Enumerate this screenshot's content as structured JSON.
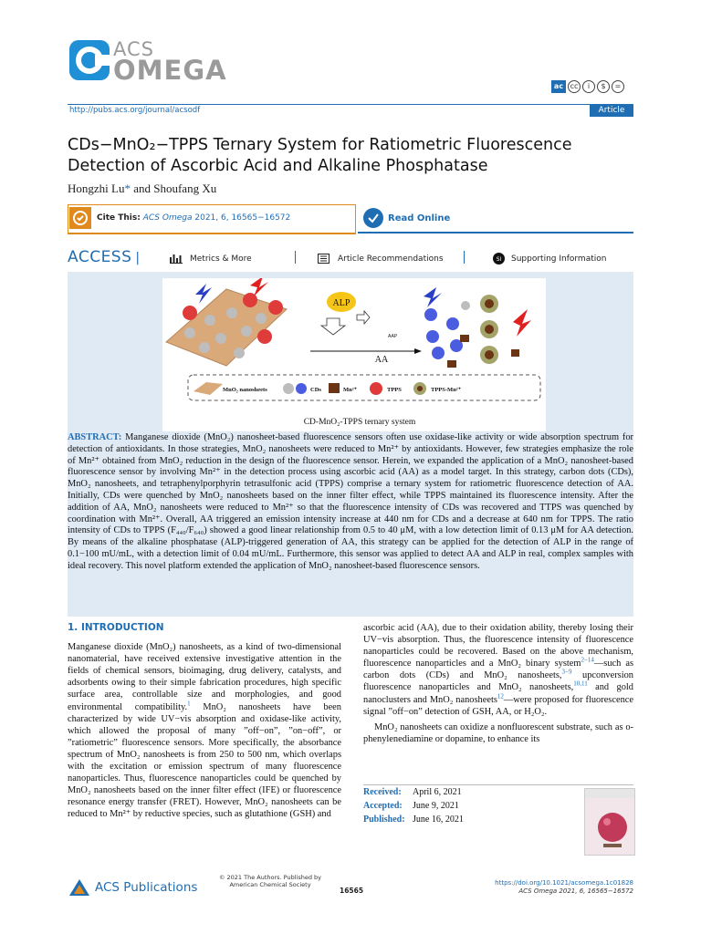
{
  "journal": {
    "logo_acs": "ACS",
    "logo_omega": "OMEGA",
    "url": "http://pubs.acs.org/journal/acsodf",
    "article_type": "Article",
    "license_icons": [
      "ac-icon",
      "cc-icon",
      "by-icon",
      "nc-icon",
      "nd-icon"
    ]
  },
  "title": {
    "line1": "CDs−MnO₂−TPPS Ternary System for Ratiometric Fluorescence",
    "line2": "Detection of Ascorbic Acid and Alkaline Phosphatase"
  },
  "authors": {
    "first": "Hongzhi Lu",
    "star": "*",
    "rest": " and Shoufang Xu"
  },
  "cite": {
    "label": "Cite This:",
    "journal": "ACS Omega",
    "details": " 2021, 6, 16565−16572"
  },
  "read_online": "Read Online",
  "access": {
    "label": "ACCESS",
    "metrics": "Metrics & More",
    "recommendations": "Article Recommendations",
    "supporting": "Supporting Information"
  },
  "toc": {
    "legend": {
      "mno2": "MnO₂ nanosheets",
      "cds": "CDs",
      "mn2": "Mn²⁺",
      "tpps": "TPPS",
      "tpps_mn": "TPPS-Mn²⁺"
    },
    "alp": "ALP",
    "aap": "AAP",
    "aa": "AA",
    "caption": "CD-MnO₂-TPPS ternary system"
  },
  "abstract": {
    "label": "ABSTRACT:",
    "text": "Manganese dioxide (MnO₂) nanosheet-based fluorescence sensors often use oxidase-like activity or wide absorption spectrum for detection of antioxidants. In those strategies, MnO₂ nanosheets were reduced to Mn²⁺ by antioxidants. However, few strategies emphasize the role of Mn²⁺ obtained from MnO₂ reduction in the design of the fluorescence sensor. Herein, we expanded the application of a MnO₂ nanosheet-based fluorescence sensor by involving Mn²⁺ in the detection process using ascorbic acid (AA) as a model target. In this strategy, carbon dots (CDs), MnO₂ nanosheets, and tetraphenylporphyrin tetrasulfonic acid (TPPS) comprise a ternary system for ratiometric fluorescence detection of AA. Initially, CDs were quenched by MnO₂ nanosheets based on the inner filter effect, while TPPS maintained its fluorescence intensity. After the addition of AA, MnO₂ nanosheets were reduced to Mn²⁺ so that the fluorescence intensity of CDs was recovered and TTPS was quenched by coordination with Mn²⁺. Overall, AA triggered an emission intensity increase at 440 nm for CDs and a decrease at 640 nm for TPPS. The ratio intensity of CDs to TPPS (F₄₄₀/F₆₄₀) showed a good linear relationship from 0.5 to 40 μM, with a low detection limit of 0.13 μM for AA detection. By means of the alkaline phosphatase (ALP)-triggered generation of AA, this strategy can be applied for the detection of ALP in the range of 0.1−100 mU/mL, with a detection limit of 0.04 mU/mL. Furthermore, this sensor was applied to detect AA and ALP in real, complex samples with ideal recovery. This novel platform extended the application of MnO₂ nanosheet-based fluorescence sensors."
  },
  "intro": {
    "heading": "1. INTRODUCTION",
    "p1a": "Manganese dioxide (MnO₂) nanosheets, as a kind of two-dimensional nanomaterial, have received extensive investigative attention in the fields of chemical sensors, bioimaging, drug delivery, catalysts, and adsorbents owing to their simple fabrication procedures, high specific surface area, controllable size and morphologies, and good environmental compatibility.",
    "ref1": "1",
    "p1b": " MnO₂ nanosheets have been characterized by wide UV−vis absorption and oxidase-like activity, which allowed the proposal of many ”off−on”, ”on−off”, or ”ratiometric” fluorescence sensors. More specifically, the absorbance spectrum of MnO₂ nanosheets is from 250 to 500 nm, which overlaps with the excitation or emission spectrum of many fluorescence nanoparticles. Thus, fluorescence nanoparticles could be quenched by MnO₂ nanosheets based on the inner filter effect (IFE) or fluorescence resonance energy transfer (FRET). However, MnO₂ nanosheets can be reduced to Mn²⁺ by reductive species, such as glutathione (GSH) and",
    "r_a": "ascorbic acid (AA), due to their oxidation ability, thereby losing their UV−vis absorption. Thus, the fluorescence intensity of fluorescence nanoparticles could be recovered. Based on the above mechanism, fluorescence nanoparticles and a MnO₂ binary system",
    "ref2": "2−14",
    "r_b": "—such as carbon dots (CDs) and MnO₂ nanosheets,",
    "ref3": "3−9",
    "r_c": " upconversion fluorescence nanoparticles and MnO₂ nanosheets,",
    "ref4": "10,11",
    "r_d": " and gold nanoclusters and MnO₂ nanosheets",
    "ref5": "12",
    "r_e": "—were proposed for fluorescence signal ”off−on” detection of GSH, AA, or H₂O₂.",
    "p2": "MnO₂ nanosheets can oxidize a nonfluorescent substrate, such as o-phenylenediamine or dopamine, to enhance its"
  },
  "dates": {
    "received_label": "Received:",
    "received": "April 6, 2021",
    "accepted_label": "Accepted:",
    "accepted": "June 9, 2021",
    "published_label": "Published:",
    "published": "June 16, 2021"
  },
  "footer": {
    "publisher": "ACS Publications",
    "copyright": "© 2021 The Authors. Published by American Chemical Society",
    "page": "16565",
    "doi": "https://doi.org/10.1021/acsomega.1c01828",
    "citation": "ACS Omega 2021, 6, 16565−16572"
  },
  "colors": {
    "accent": "#1f6db3",
    "orange": "#e08a1e",
    "abstract_bg": "#dfeaf5"
  }
}
